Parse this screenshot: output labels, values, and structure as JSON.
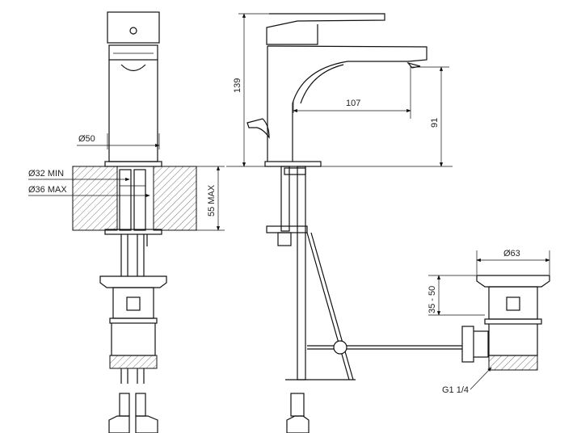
{
  "drawing": {
    "front_view": {
      "spout_diameter": "Ø50",
      "hole_min": "Ø32 MIN",
      "hole_max": "Ø36 MAX",
      "counter_thickness": "55 MAX"
    },
    "side_view": {
      "total_height": "139",
      "spout_reach": "107",
      "spout_height": "91"
    },
    "waste_view": {
      "flange_diameter": "Ø63",
      "flange_height_range": "35 - 50",
      "thread": "G1 1/4"
    }
  }
}
